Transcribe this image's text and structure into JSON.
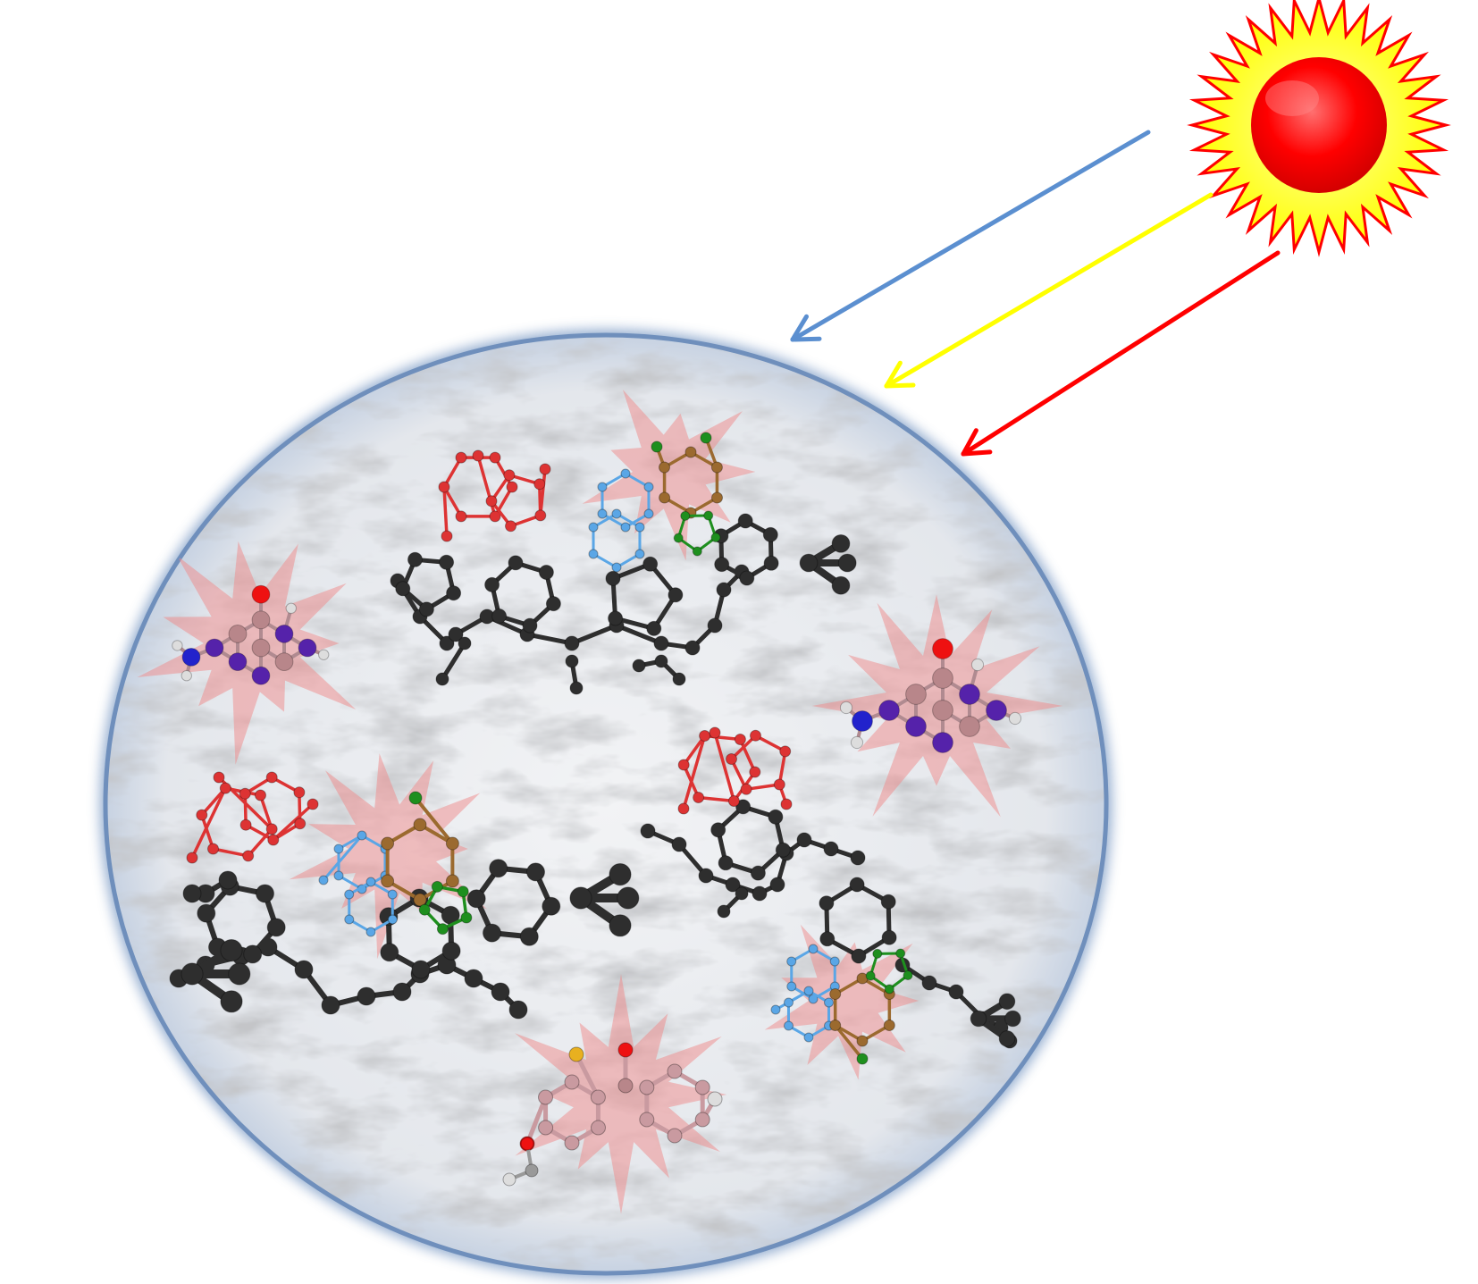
{
  "figure": {
    "background": "#ffffff",
    "sun": {
      "core_color": "#ff0000",
      "ray_color": "#ffff00",
      "outline_color": "#ff0000",
      "ray_count": 32
    },
    "light_rays": [
      {
        "name": "blue-light-arrow",
        "color": "#5b8fd0"
      },
      {
        "name": "yellow-light-arrow",
        "color": "#ffff00"
      },
      {
        "name": "red-light-arrow",
        "color": "#ff0000"
      }
    ],
    "particle": {
      "fill_color": "#e9ecf0",
      "rim_color": "#6f8fbc",
      "texture": "marble"
    },
    "molecule_colors": {
      "polymer_backbone": "#2e2e2e",
      "bridged_cage": "#dd3333",
      "azine_ring": "#5aa6e6",
      "aryl_ring": "#9b6a2f",
      "triazole_ring": "#1e8f1e",
      "chromophore_glow": "#f08a8a",
      "chromophore_atom": "#b8868a",
      "nitrogen_atom": "#5522aa",
      "oxygen_atom": "#ee1111",
      "hydrogen_atom": "#dddddd",
      "sulfur_atom": "#e8b020"
    }
  }
}
